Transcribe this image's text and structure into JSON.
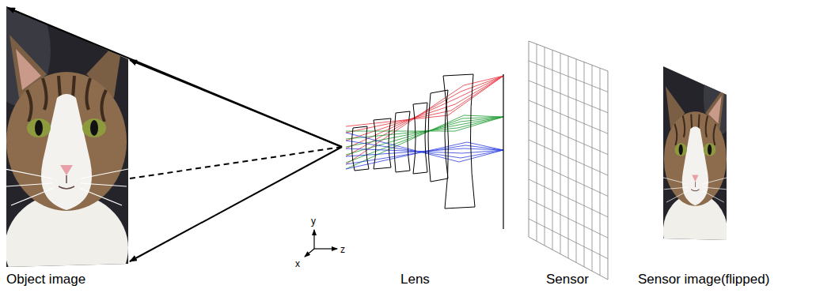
{
  "diagram": {
    "labels": [
      "Object image",
      "Lens",
      "Sensor",
      "Sensor image(flipped)",
      "y",
      "z",
      "x"
    ]
  }
}
